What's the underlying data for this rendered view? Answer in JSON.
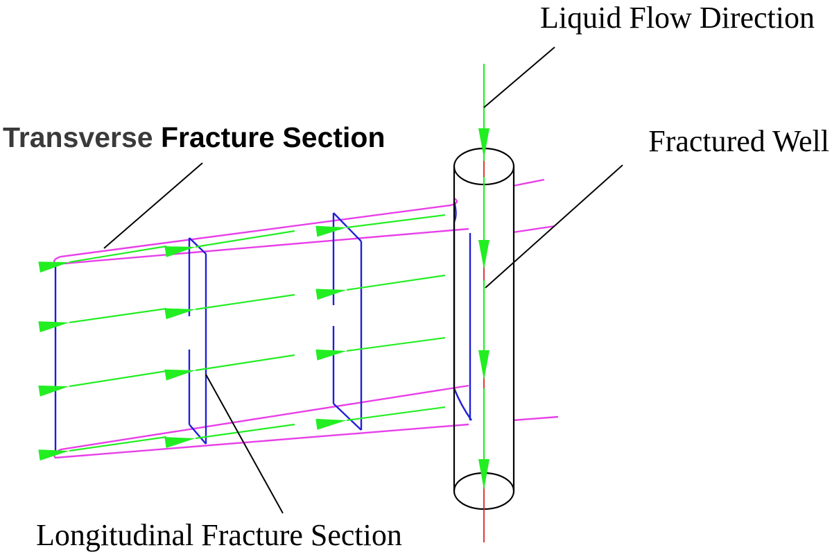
{
  "labels": {
    "liquid_flow_direction": "Liquid Flow Direction",
    "fractured_well": "Fractured Well",
    "transverse_word": "Transverse",
    "fracture_section_word": "Fracture Section",
    "longitudinal_fracture_section": "Longitudinal Fracture Section"
  },
  "colors": {
    "fracture_outline": "#e83fe8",
    "section_lines": "#1f1fd6",
    "flow_arrows": "#22ee22",
    "well_axis": "#dd2222",
    "well_outline": "#000000",
    "leader_lines": "#000000",
    "transverse_word": "#3a3a3a",
    "bold_text": "#000000"
  }
}
